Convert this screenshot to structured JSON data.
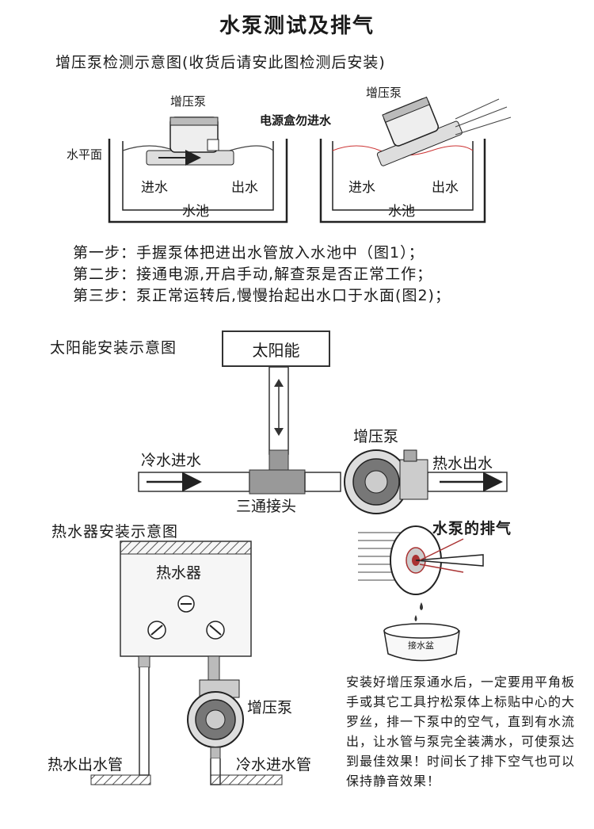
{
  "title": "水泵测试及排气",
  "test_section": {
    "subtitle": "增压泵检测示意图(收货后请安此图检测后安装)",
    "pump_label": "增压泵",
    "warning": "电源盒勿进水",
    "water_level": "水平面",
    "inlet": "进水",
    "outlet": "出水",
    "pool": "水池"
  },
  "steps": [
    "第一步：手握泵体把进出水管放入水池中（图1）；",
    "第二步：接通电源,开启手动,解查泵是否正常工作；",
    "第三步：泵正常运转后,慢慢抬起出水口于水面(图2)；"
  ],
  "solar_section": {
    "title": "太阳能安装示意图",
    "solar_label": "太阳能",
    "pump_label": "增压泵",
    "cold_in": "冷水进水",
    "hot_out": "热水出水",
    "tee": "三通接头"
  },
  "heater_section": {
    "title": "热水器安装示意图",
    "heater_label": "热水器",
    "pump_label": "增压泵",
    "hot_pipe": "热水出水管",
    "cold_pipe": "冷水进水管"
  },
  "bleed_section": {
    "title": "水泵的排气",
    "basin_label": "接水盆",
    "note": "安装好增压泵通水后，一定要用平角板手或其它工具拧松泵体上标贴中心的大罗丝，排一下泵中的空气，直到有水流出，让水管与泵完全装满水，可使泵达到最佳效果！时间长了排下空气也可以保持静音效果！"
  }
}
